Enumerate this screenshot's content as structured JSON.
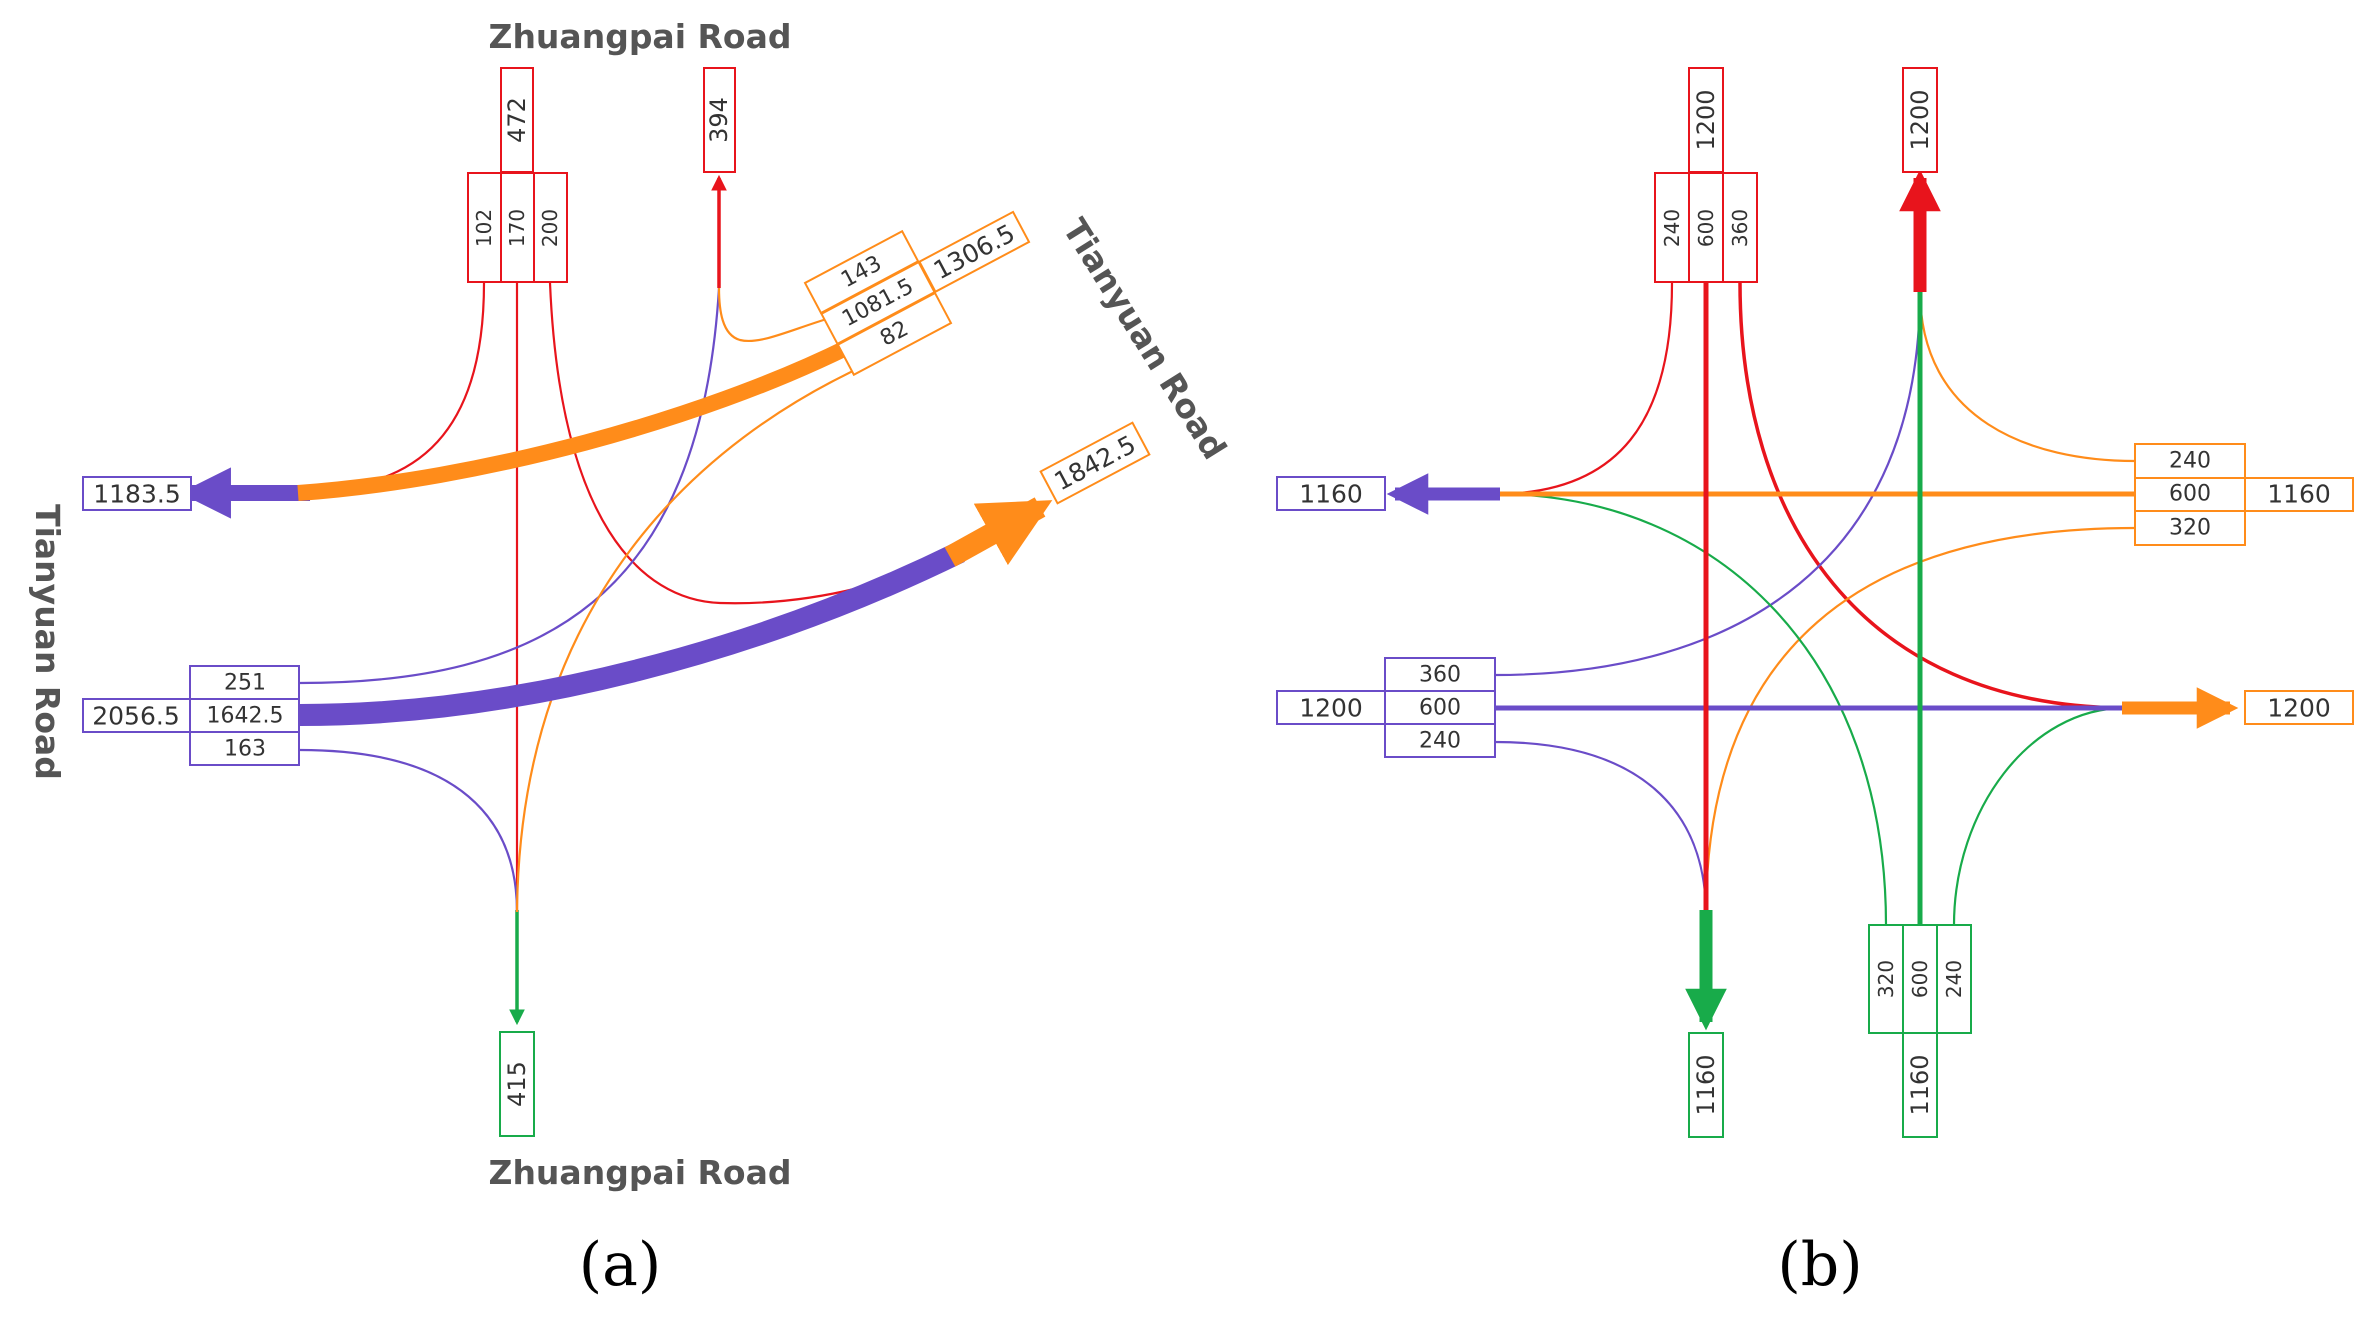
{
  "colors": {
    "red": "#e8141c",
    "purple": "#6a4cc8",
    "orange": "#ff8c1a",
    "green": "#18ab4a"
  },
  "panel_a": {
    "label": "(a)",
    "roads": {
      "north": "Zhuangpai Road",
      "south": "Zhuangpai Road",
      "west": "Tianyuan Road",
      "east": "Tianyuan Road"
    },
    "north_approach": {
      "total": "472",
      "left": "102",
      "through": "170",
      "right": "200",
      "exit": "394"
    },
    "east_approach": {
      "total": "1306.5",
      "right": "143",
      "through": "1081.5",
      "left": "82",
      "exit": "1842.5"
    },
    "west_approach": {
      "total": "2056.5",
      "left": "251",
      "through": "1642.5",
      "right": "163",
      "exit": "1183.5"
    },
    "south_exit": "415"
  },
  "panel_b": {
    "label": "(b)",
    "north_approach": {
      "total": "1200",
      "left": "240",
      "through": "600",
      "right": "360",
      "exit": "1200"
    },
    "east_approach": {
      "total": "1160",
      "right": "240",
      "through": "600",
      "left": "320"
    },
    "west_approach": {
      "total": "1200",
      "left": "360",
      "through": "600",
      "right": "240"
    },
    "west_exit": "1160",
    "east_exit": "1200",
    "south_approach": {
      "total": "1160",
      "left": "320",
      "through": "600",
      "right": "240"
    },
    "south_exit": "1160"
  }
}
